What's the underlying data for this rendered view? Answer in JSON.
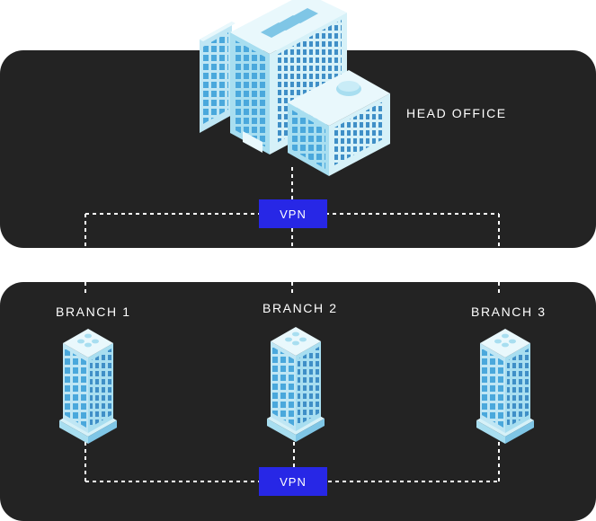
{
  "head_office": {
    "label": "HEAD OFFICE"
  },
  "vpn_top": {
    "label": "VPN"
  },
  "vpn_bottom": {
    "label": "VPN"
  },
  "branches": [
    {
      "label": "BRANCH 1"
    },
    {
      "label": "BRANCH 2"
    },
    {
      "label": "BRANCH 3"
    }
  ],
  "colors": {
    "panel": "#232323",
    "vpn_badge": "#2727e6",
    "building_light": "#d6f1f8",
    "building_mid": "#a8def0",
    "building_window": "#4aa8dc",
    "building_dark": "#3f8fc7",
    "connector": "#ffffff"
  },
  "icons": [
    "head-office-building",
    "branch-building-1",
    "branch-building-2",
    "branch-building-3"
  ]
}
